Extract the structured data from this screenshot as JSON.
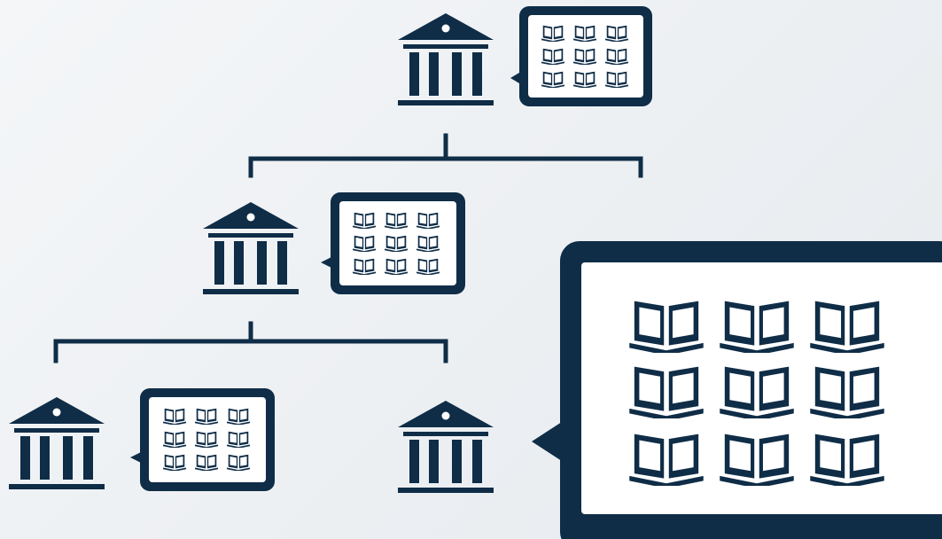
{
  "diagram": {
    "colors": {
      "ink": "#0f2d47",
      "panel_fill": "#ffffff",
      "background": "#eef1f4"
    },
    "icons": {
      "institution": "museum-building-icon",
      "catalog": "book-catalog-icon",
      "book": "open-book-icon"
    },
    "levels": 3,
    "nodes": [
      {
        "id": "root",
        "level": 0,
        "catalog_books": 9,
        "catalog_expanded": false
      },
      {
        "id": "mid-left",
        "level": 1,
        "catalog_books": 9,
        "catalog_expanded": false
      },
      {
        "id": "leaf-left",
        "level": 2,
        "catalog_books": 9,
        "catalog_expanded": false
      },
      {
        "id": "leaf-right",
        "level": 2,
        "catalog_books": 9,
        "catalog_expanded": true
      }
    ],
    "edges": [
      {
        "from": "root",
        "to": "mid-left"
      },
      {
        "from": "root",
        "to": "mid-right-stub"
      },
      {
        "from": "mid-left",
        "to": "leaf-left"
      },
      {
        "from": "mid-left",
        "to": "leaf-right"
      }
    ]
  }
}
